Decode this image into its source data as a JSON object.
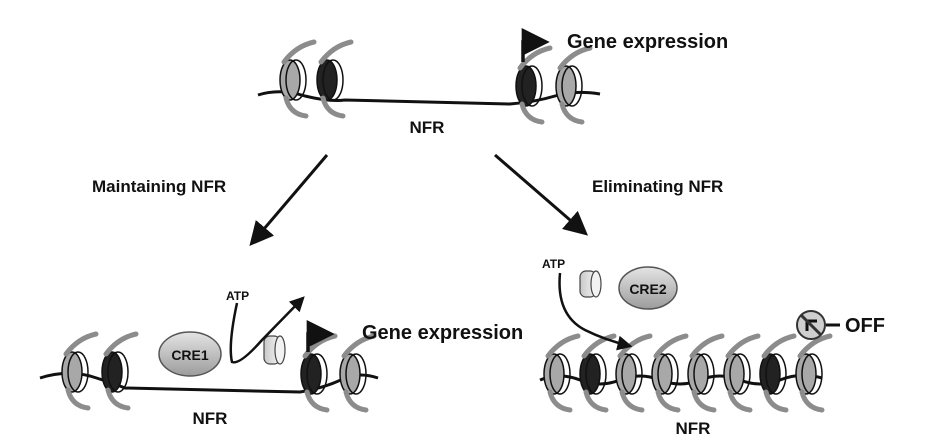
{
  "diagram": {
    "top": {
      "expression": "Gene expression",
      "nfr": "NFR"
    },
    "branches": {
      "left": "Maintaining NFR",
      "right": "Eliminating NFR"
    },
    "left_panel": {
      "atp": "ATP",
      "enzyme": "CRE1",
      "expression": "Gene expression",
      "nfr": "NFR"
    },
    "right_panel": {
      "atp": "ATP",
      "enzyme": "CRE2",
      "state": "OFF",
      "nfr": "NFR"
    }
  },
  "colors": {
    "ink": "#111111",
    "histone_grey": "#9a9a9a",
    "histone_dark": "#222222",
    "tail_grey": "#8c8c8c",
    "enzyme": "#b9b9b9"
  }
}
